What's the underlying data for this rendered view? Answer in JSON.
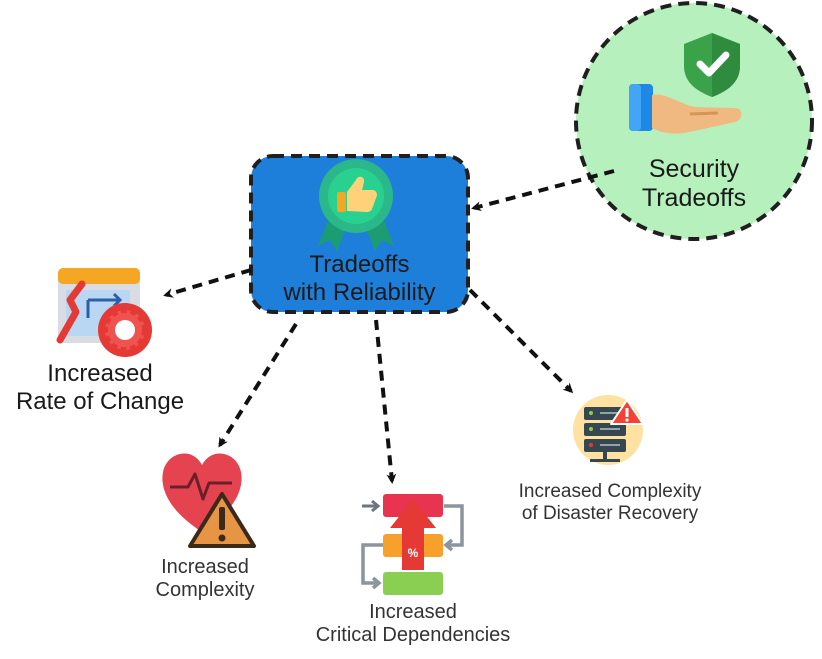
{
  "nodes": {
    "security": {
      "line1": "Security",
      "line2": "Tradeoffs"
    },
    "reliability": {
      "line1": "Tradeoffs",
      "line2": "with Reliability"
    },
    "rate_of_change": {
      "line1": "Increased",
      "line2": "Rate of Change"
    },
    "complexity": {
      "line1": "Increased",
      "line2": "Complexity"
    },
    "critical_dependencies": {
      "line1": "Increased",
      "line2": "Critical Dependencies"
    },
    "disaster_recovery": {
      "line1": "Increased Complexity",
      "line2": "of Disaster Recovery"
    }
  },
  "icons": {
    "security": "shield-hand-icon",
    "reliability": "award-thumbs-up-icon",
    "rate_of_change": "chart-gear-icon",
    "complexity": "heart-warning-icon",
    "critical_dependencies": "dependency-stack-icon",
    "disaster_recovery": "server-alert-icon"
  },
  "colors": {
    "security_fill": "#b6f1bd",
    "reliability_fill": "#1e7fdb",
    "border": "#1f1f1f"
  }
}
